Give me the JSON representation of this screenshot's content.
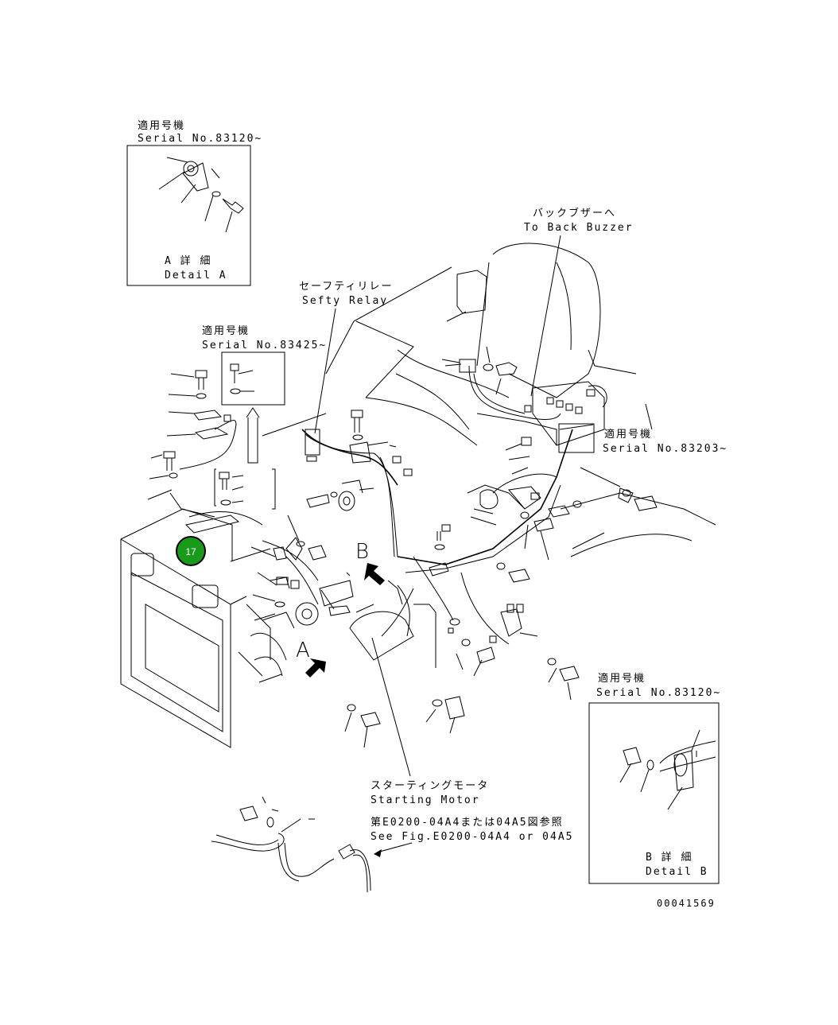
{
  "labels": {
    "serial_a_jp": "適用号機",
    "serial_a": "Serial No.83120~",
    "detail_a_jp": "A 詳 細",
    "detail_a": "Detail A",
    "serial_mid_jp": "適用号機",
    "serial_mid": "Serial No.83425~",
    "safety_relay_jp": "セーフティリレー",
    "safety_relay": "Sefty Relay",
    "back_buzzer_jp": "バックブザーへ",
    "back_buzzer": "To Back Buzzer",
    "serial_right_jp": "適用号機",
    "serial_right": "Serial No.83203~",
    "letter_a": "A",
    "letter_b": "B",
    "starting_motor_jp": "スターティングモータ",
    "starting_motor": "Starting Motor",
    "see_fig_jp": "第E0200-04A4または04A5図参照",
    "see_fig": "See Fig.E0200-04A4 or 04A5",
    "serial_b_jp": "適用号機",
    "serial_b": "Serial No.83120~",
    "detail_b_jp": "B 詳 細",
    "detail_b": "Detail B",
    "drawing_number": "00041569",
    "callout": "17"
  },
  "colors": {
    "callout_fill": "#1a9a1a",
    "callout_ring": "#000000",
    "callout_text": "#ffffff"
  }
}
